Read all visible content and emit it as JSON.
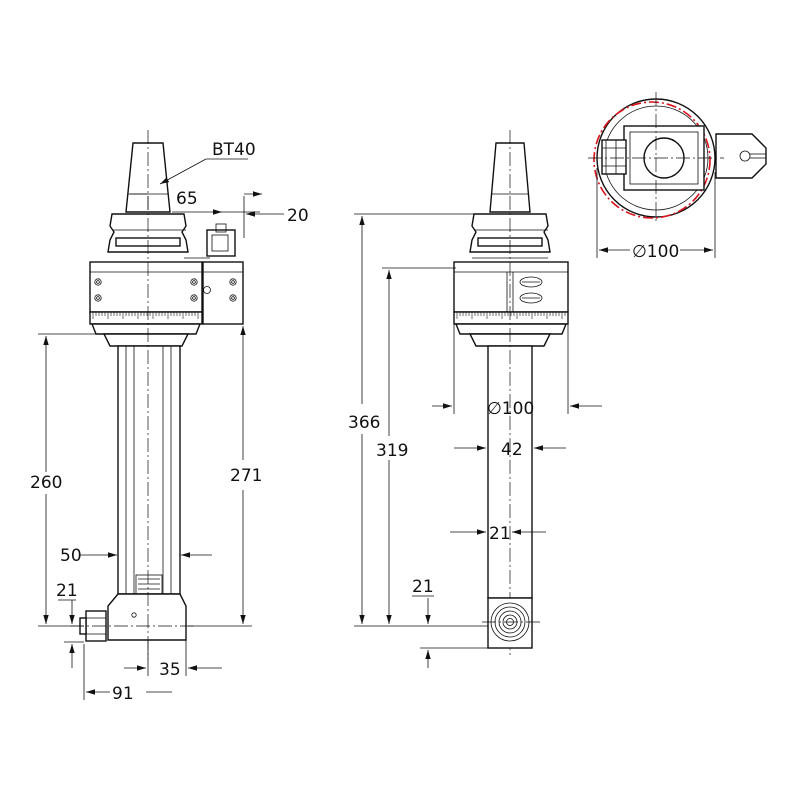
{
  "title": "",
  "views": {
    "side": {
      "taper_label": "BT40",
      "d65": "65",
      "d20": "20",
      "d260": "260",
      "d271": "271",
      "d50": "50",
      "d21": "21",
      "d35": "35",
      "d91": "91"
    },
    "front": {
      "d366": "366",
      "d319": "319",
      "d100": "∅100",
      "d42": "42",
      "d21": "21",
      "d21b": "21"
    },
    "top": {
      "d100": "∅100"
    }
  },
  "colors": {
    "line": "#111111",
    "highlight": "#d9141c"
  }
}
